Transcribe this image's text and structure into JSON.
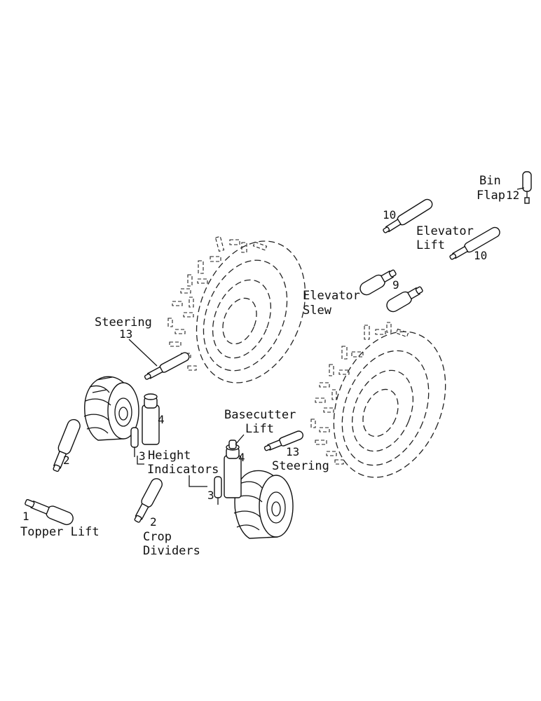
{
  "labels": {
    "bin_flap_1": "Bin",
    "bin_flap_2": "Flap",
    "elevator_lift_1": "Elevator",
    "elevator_lift_2": "Lift",
    "elevator_slew_1": "Elevator",
    "elevator_slew_2": "Slew",
    "steering_left": "Steering",
    "steering_right": "Steering",
    "basecutter_1": "Basecutter",
    "basecutter_2": "Lift",
    "height_1": "Height",
    "height_2": "Indicators",
    "topper_lift": "Topper Lift",
    "crop_1": "Crop",
    "crop_2": "Dividers"
  },
  "numbers": {
    "n12": "12",
    "n10_a": "10",
    "n10_b": "10",
    "n9": "9",
    "n13_left": "13",
    "n13_right": "13",
    "n4_left": "4",
    "n4_right": "4",
    "n3_left": "3",
    "n3_right": "3",
    "n2_left": "2",
    "n2_bottom": "2",
    "n1": "1"
  }
}
